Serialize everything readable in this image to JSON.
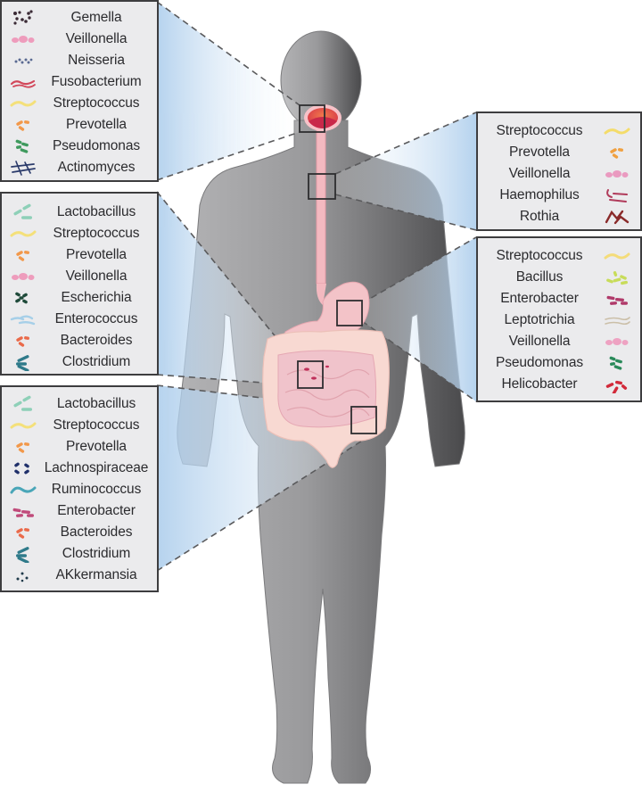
{
  "figure": {
    "title": "Human microbiome distribution along the digestive tract",
    "colors": {
      "panel_bg": "#ebebed",
      "panel_border": "#3d3d3f",
      "projection_blue": "#bcd6ee",
      "body_light": "#a9a9ab",
      "body_dark": "#4a4a4c",
      "gut_pink": "#f4c6c6",
      "mouth_red": "#e0524a"
    }
  },
  "panels": [
    {
      "id": "oral-cavity",
      "side": "left",
      "items": [
        {
          "name": "Gemella",
          "icon": "gemella-icon",
          "color": "#3a2a35"
        },
        {
          "name": "Veillonella",
          "icon": "veillonella-icon",
          "color": "#ee9cbc"
        },
        {
          "name": "Neisseria",
          "icon": "neisseria-icon",
          "color": "#5a6a92"
        },
        {
          "name": "Fusobacterium",
          "icon": "fusobacterium-icon",
          "color": "#d2475a"
        },
        {
          "name": "Streptococcus",
          "icon": "streptococcus-icon",
          "color": "#f4e07a"
        },
        {
          "name": "Prevotella",
          "icon": "prevotella-icon",
          "color": "#f2984a"
        },
        {
          "name": "Pseudomonas",
          "icon": "pseudomonas-icon",
          "color": "#3f9a5e"
        },
        {
          "name": "Actinomyces",
          "icon": "actinomyces-icon",
          "color": "#2a3a6a"
        }
      ]
    },
    {
      "id": "esophagus",
      "side": "right",
      "items": [
        {
          "name": "Streptococcus",
          "icon": "streptococcus-icon",
          "color": "#f4dc6a"
        },
        {
          "name": "Prevotella",
          "icon": "prevotella-icon",
          "color": "#f0a040"
        },
        {
          "name": "Veillonella",
          "icon": "veillonella-icon",
          "color": "#ea9ac0"
        },
        {
          "name": "Haemophilus",
          "icon": "haemophilus-icon",
          "color": "#b03a5a"
        },
        {
          "name": "Rothia",
          "icon": "rothia-icon",
          "color": "#8a2a2a"
        }
      ]
    },
    {
      "id": "stomach",
      "side": "right",
      "items": [
        {
          "name": "Streptococcus",
          "icon": "streptococcus-icon",
          "color": "#f4dc7a"
        },
        {
          "name": "Bacillus",
          "icon": "bacillus-icon",
          "color": "#c8dc5a"
        },
        {
          "name": "Enterobacter",
          "icon": "enterobacter-icon",
          "color": "#b03a6a"
        },
        {
          "name": "Leptotrichia",
          "icon": "leptotrichia-icon",
          "color": "#cbbfa8"
        },
        {
          "name": "Veillonella",
          "icon": "veillonella-icon",
          "color": "#eea2c2"
        },
        {
          "name": "Pseudomonas",
          "icon": "pseudomonas-icon",
          "color": "#2a8a5a"
        },
        {
          "name": "Helicobacter",
          "icon": "helicobacter-icon",
          "color": "#d22a3a"
        }
      ]
    },
    {
      "id": "small-intestine",
      "side": "left",
      "items": [
        {
          "name": "Lactobacillus",
          "icon": "lactobacillus-icon",
          "color": "#8ed0b8"
        },
        {
          "name": "Streptococcus",
          "icon": "streptococcus-icon",
          "color": "#f4e07a"
        },
        {
          "name": "Prevotella",
          "icon": "prevotella-icon",
          "color": "#f2984a"
        },
        {
          "name": "Veillonella",
          "icon": "veillonella-icon",
          "color": "#ee9cbc"
        },
        {
          "name": "Escherichia",
          "icon": "escherichia-icon",
          "color": "#1f4a3a"
        },
        {
          "name": "Enterococcus",
          "icon": "enterococcus-icon",
          "color": "#a6cfe8"
        },
        {
          "name": "Bacteroides",
          "icon": "bacteroides-icon",
          "color": "#ea6a4a"
        },
        {
          "name": "Clostridium",
          "icon": "clostridium-icon",
          "color": "#2f7a8a"
        }
      ]
    },
    {
      "id": "large-intestine",
      "side": "left",
      "items": [
        {
          "name": "Lactobacillus",
          "icon": "lactobacillus-icon",
          "color": "#8ed0b8"
        },
        {
          "name": "Streptococcus",
          "icon": "streptococcus-icon",
          "color": "#f4e07a"
        },
        {
          "name": "Prevotella",
          "icon": "prevotella-icon",
          "color": "#f2984a"
        },
        {
          "name": "Lachnospiraceae",
          "icon": "lachnospiraceae-icon",
          "color": "#1f2f6a"
        },
        {
          "name": "Ruminococcus",
          "icon": "ruminococcus-icon",
          "color": "#4aa6b8"
        },
        {
          "name": "Enterobacter",
          "icon": "enterobacter-icon",
          "color": "#c04a7a"
        },
        {
          "name": "Bacteroides",
          "icon": "bacteroides-icon",
          "color": "#ea6a4a"
        },
        {
          "name": "Clostridium",
          "icon": "clostridium-icon",
          "color": "#2f7a8a"
        },
        {
          "name": "AKkermansia",
          "icon": "akkermansia-icon",
          "color": "#1f3a4a"
        }
      ]
    }
  ]
}
